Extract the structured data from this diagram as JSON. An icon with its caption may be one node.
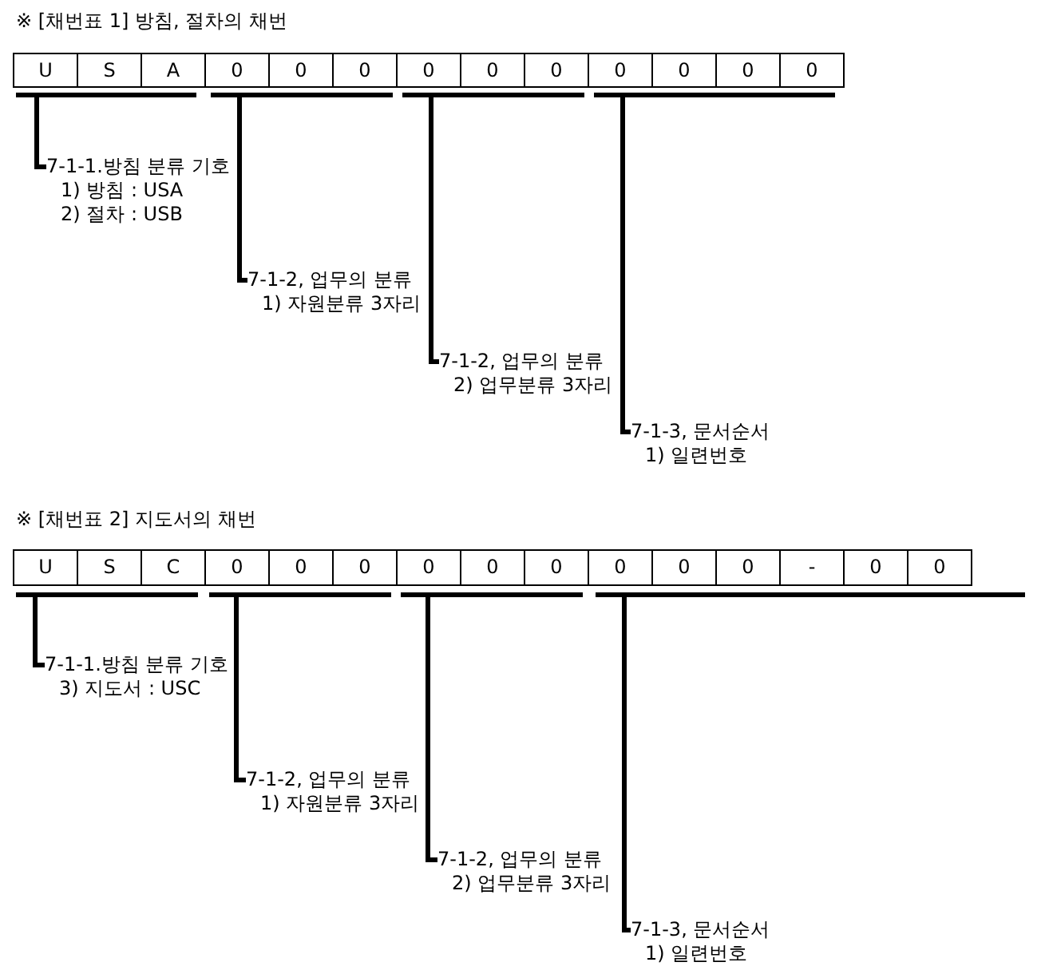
{
  "diagram": {
    "nodes": [
      {
        "text": [],
        "shape": "bar"
      },
      {
        "text": [],
        "shape": "bar"
      },
      {
        "text": [],
        "shape": "bar"
      },
      {
        "text": [],
        "shape": "bar"
      },
      {
        "text": [
          "7-1-1.방침 분류 기호",
          "1) 방침 : USA",
          "2) 절차 : USB"
        ]
      },
      {
        "text": [
          "7-1-2, 업무의 분류",
          "1) 자원분류 3자리"
        ]
      },
      {
        "text": [
          "7-1-2, 업무의 분류",
          "2) 업무분류 3자리"
        ]
      },
      {
        "text": [
          "7-1-3, 문서순서",
          "1) 일련번호"
        ]
      },
      {
        "text": [],
        "shape": "bar"
      },
      {
        "text": [],
        "shape": "bar"
      },
      {
        "text": [],
        "shape": "bar"
      },
      {
        "text": [],
        "shape": "bar"
      },
      {
        "text": [
          "7-1-1.방침 분류 기호",
          "3) 지도서 : USC"
        ]
      },
      {
        "text": [
          "7-1-2, 업무의 분류",
          "1) 자원분류 3자리"
        ]
      },
      {
        "text": [
          "7-1-2, 업무의 분류",
          "2) 업무분류 3자리"
        ]
      },
      {
        "text": [
          "7-1-3, 문서순서",
          "1) 일련번호"
        ]
      }
    ],
    "edges": [
      {
        "from": 4,
        "to": 0,
        "arrow": "none"
      },
      {
        "from": 5,
        "to": 1,
        "arrow": "none"
      },
      {
        "from": 6,
        "to": 2,
        "arrow": "none"
      },
      {
        "from": 7,
        "to": 3,
        "arrow": "none"
      },
      {
        "from": 12,
        "to": 8,
        "arrow": "none"
      },
      {
        "from": 13,
        "to": 9,
        "arrow": "none"
      },
      {
        "from": 14,
        "to": 10,
        "arrow": "none"
      },
      {
        "from": 15,
        "to": 11,
        "arrow": "none"
      }
    ],
    "labels": [
      "※ [채번표 1] 방침, 절차의 채번",
      "U",
      "S",
      "A",
      "0",
      "0",
      "0",
      "0",
      "0",
      "0",
      "0",
      "0",
      "0",
      "0",
      "※ [채번표 2] 지도서의 채번",
      "U",
      "S",
      "C",
      "0",
      "0",
      "0",
      "0",
      "0",
      "0",
      "0",
      "0",
      "0",
      "-",
      "0",
      "0"
    ]
  }
}
